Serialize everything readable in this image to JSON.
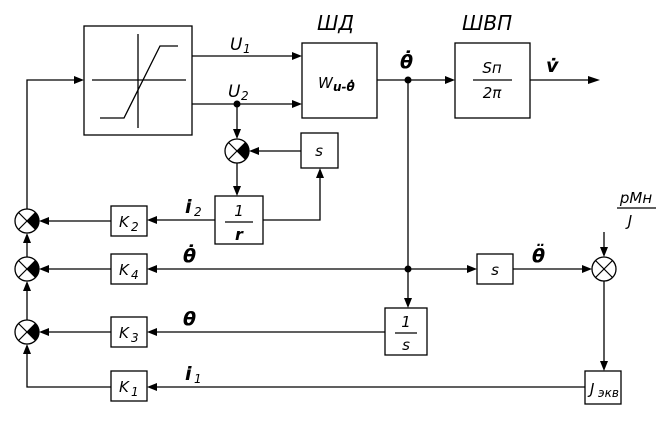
{
  "headers": {
    "shd": "ШД",
    "shvp": "ШВП"
  },
  "signals": {
    "u1": "U",
    "u1_sub": "1",
    "u2": "U",
    "u2_sub": "2",
    "theta_dot": "θ̇",
    "v_dot": "v̇",
    "i2": "i",
    "i2_sub": "2",
    "theta_dot_fb": "θ̇",
    "theta_ddot": "θ̈",
    "theta": "θ",
    "i1": "i",
    "i1_sub": "1",
    "load_num": "pMн",
    "load_den": "J"
  },
  "blocks": {
    "w_main": "W",
    "w_sub": "u-θ̇",
    "shvp_num": "Sп",
    "shvp_den": "2π",
    "s_top": "s",
    "inv_r_num": "1",
    "inv_r_den": "r",
    "k2": "K",
    "k2_sub": "2",
    "k4": "K",
    "k4_sub": "4",
    "k3": "K",
    "k3_sub": "3",
    "k1": "K",
    "k1_sub": "1",
    "s_mid": "s",
    "inv_s_num": "1",
    "inv_s_den": "s",
    "j_main": "J",
    "j_sub": "экв"
  }
}
